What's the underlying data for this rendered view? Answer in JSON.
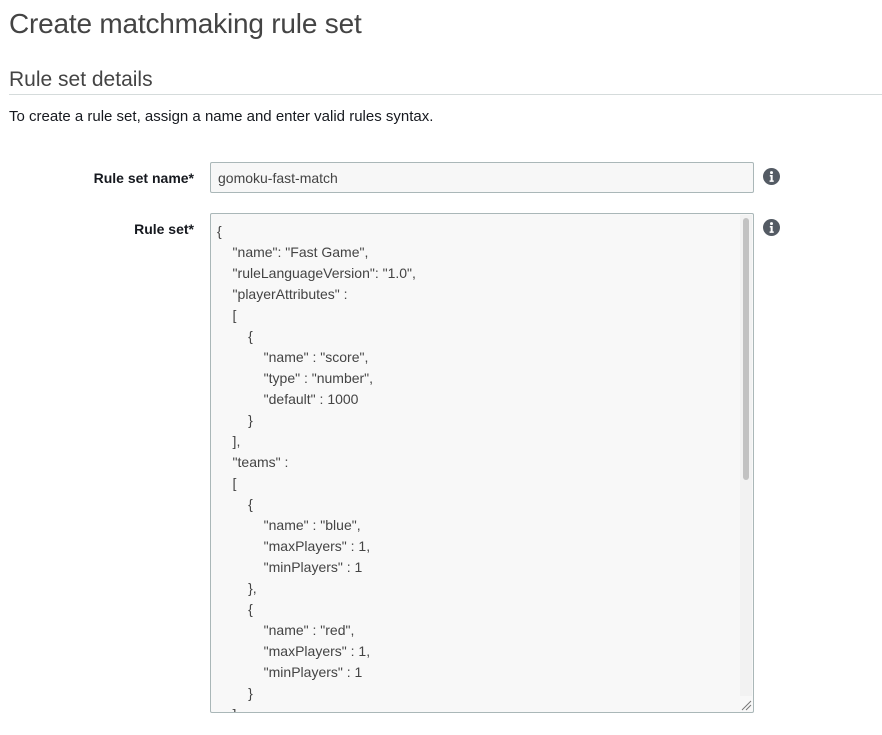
{
  "page": {
    "title": "Create matchmaking rule set"
  },
  "section": {
    "title": "Rule set details",
    "description": "To create a rule set, assign a name and enter valid rules syntax."
  },
  "form": {
    "name_label": "Rule set name*",
    "name_value": "gomoku-fast-match",
    "ruleset_label": "Rule set*",
    "ruleset_value": "{\n    \"name\": \"Fast Game\",\n    \"ruleLanguageVersion\": \"1.0\",\n    \"playerAttributes\" :\n    [\n        {\n            \"name\" : \"score\",\n            \"type\" : \"number\",\n            \"default\" : 1000\n        }\n    ],\n    \"teams\" :\n    [\n        {\n            \"name\" : \"blue\",\n            \"maxPlayers\" : 1,\n            \"minPlayers\" : 1\n        },\n        {\n            \"name\" : \"red\",\n            \"maxPlayers\" : 1,\n            \"minPlayers\" : 1\n        }\n    ],"
  },
  "icons": {
    "info": "info-circle-icon",
    "resize": "resize-grip-icon"
  },
  "colors": {
    "heading": "#444444",
    "label": "#16191f",
    "input_border": "#aab7b8",
    "info_icon": "#545b64"
  }
}
